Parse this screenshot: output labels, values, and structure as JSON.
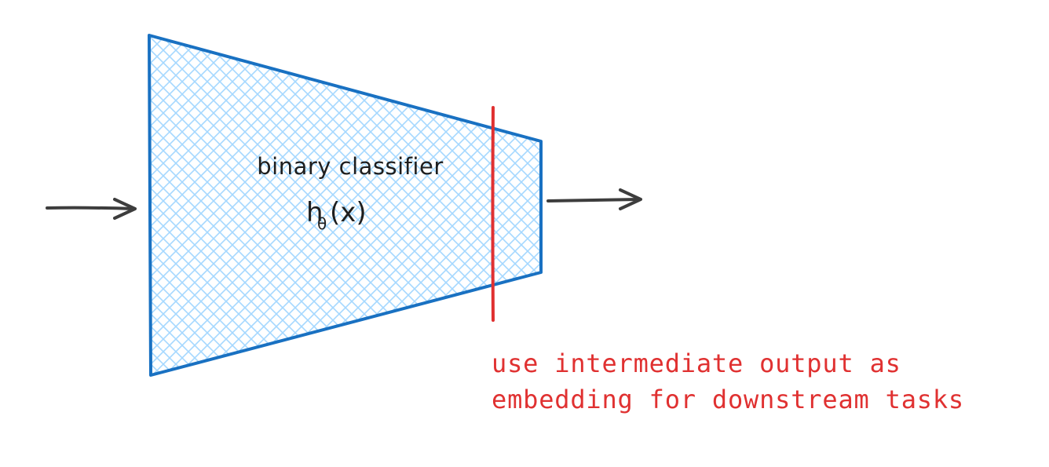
{
  "diagram": {
    "model_label": "binary classifier",
    "formula": {
      "base": "h",
      "subscript": "θ",
      "argument": "(x)"
    },
    "annotation_line1": "use intermediate output as",
    "annotation_line2": "embedding for downstream tasks"
  },
  "colors": {
    "trapezoid_stroke": "#1971c2",
    "hatch": "#a5d8ff",
    "cut_line": "#e03131",
    "arrow": "#3d3d3d",
    "text": "#1e1e1e",
    "annotation": "#e03131"
  }
}
